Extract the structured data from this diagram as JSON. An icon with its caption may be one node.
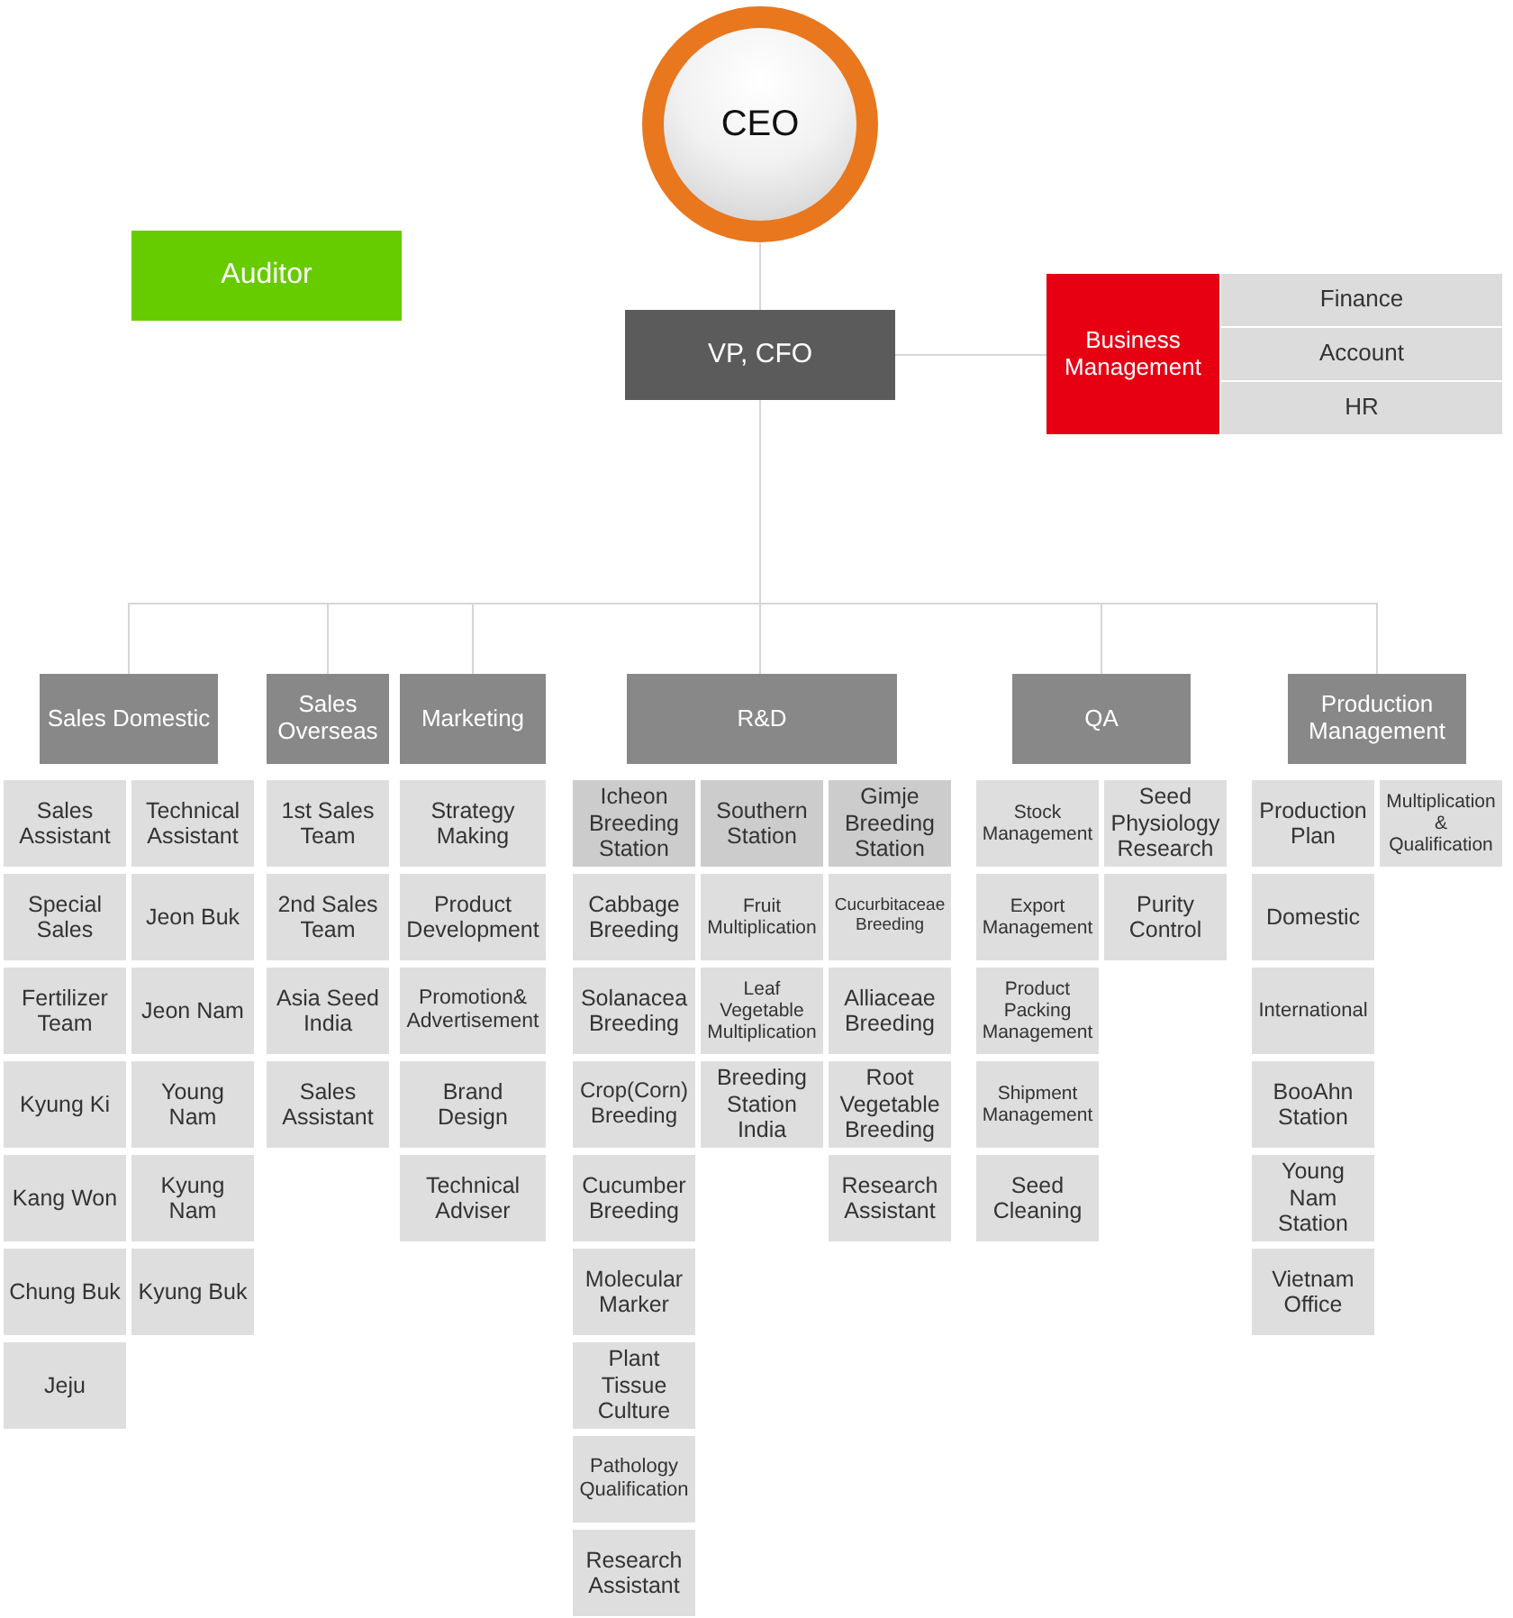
{
  "diagram": {
    "nodes": [
      {
        "text": [
          "CEO"
        ]
      },
      {
        "text": [
          "Auditor"
        ]
      },
      {
        "text": [
          "VP, CFO"
        ]
      },
      {
        "text": [
          "Business Management"
        ]
      },
      {
        "text": [
          "Finance"
        ]
      },
      {
        "text": [
          "Account"
        ]
      },
      {
        "text": [
          "HR"
        ]
      },
      {
        "text": [
          "Sales Domestic"
        ]
      },
      {
        "text": [
          "Sales Overseas"
        ]
      },
      {
        "text": [
          "Marketing"
        ]
      },
      {
        "text": [
          "R&D"
        ]
      },
      {
        "text": [
          "QA"
        ]
      },
      {
        "text": [
          "Production Management"
        ]
      },
      {
        "text": [
          "Sales Assistant"
        ]
      },
      {
        "text": [
          "Special Sales"
        ]
      },
      {
        "text": [
          "Fertilizer Team"
        ]
      },
      {
        "text": [
          "Kyung Ki"
        ]
      },
      {
        "text": [
          "Kang Won"
        ]
      },
      {
        "text": [
          "Chung Buk"
        ]
      },
      {
        "text": [
          "Jeju"
        ]
      },
      {
        "text": [
          "Technical Assistant"
        ]
      },
      {
        "text": [
          "Jeon Buk"
        ]
      },
      {
        "text": [
          "Jeon Nam"
        ]
      },
      {
        "text": [
          "Young Nam"
        ]
      },
      {
        "text": [
          "Kyung Nam"
        ]
      },
      {
        "text": [
          "Kyung Buk"
        ]
      },
      {
        "text": [
          "1st Sales Team"
        ]
      },
      {
        "text": [
          "2nd Sales Team"
        ]
      },
      {
        "text": [
          "Asia Seed India"
        ]
      },
      {
        "text": [
          "Sales Assistant"
        ]
      },
      {
        "text": [
          "Strategy Making"
        ]
      },
      {
        "text": [
          "Product Development"
        ]
      },
      {
        "text": [
          "Promotion& Advertisement"
        ]
      },
      {
        "text": [
          "Brand Design"
        ]
      },
      {
        "text": [
          "Technical Adviser"
        ]
      },
      {
        "text": [
          "Icheon Breeding Station"
        ]
      },
      {
        "text": [
          "Cabbage Breeding"
        ]
      },
      {
        "text": [
          "Solanacea Breeding"
        ]
      },
      {
        "text": [
          "Crop(Corn) Breeding"
        ]
      },
      {
        "text": [
          "Cucumber Breeding"
        ]
      },
      {
        "text": [
          "Molecular Marker"
        ]
      },
      {
        "text": [
          "Plant Tissue Culture"
        ]
      },
      {
        "text": [
          "Pathology Qualification"
        ]
      },
      {
        "text": [
          "Research Assistant"
        ]
      },
      {
        "text": [
          "Southern Station"
        ]
      },
      {
        "text": [
          "Fruit Multiplication"
        ]
      },
      {
        "text": [
          "Leaf Vegetable Multiplication"
        ]
      },
      {
        "text": [
          "Breeding Station India"
        ]
      },
      {
        "text": [
          "Gimje Breeding Station"
        ]
      },
      {
        "text": [
          "Cucurbitaceae Breeding"
        ]
      },
      {
        "text": [
          "Alliaceae Breeding"
        ]
      },
      {
        "text": [
          "Root Vegetable Breeding"
        ]
      },
      {
        "text": [
          "Research Assistant"
        ]
      },
      {
        "text": [
          "Stock Management"
        ]
      },
      {
        "text": [
          "Export Management"
        ]
      },
      {
        "text": [
          "Product Packing Management"
        ]
      },
      {
        "text": [
          "Shipment Management"
        ]
      },
      {
        "text": [
          "Seed Cleaning"
        ]
      },
      {
        "text": [
          "Seed Physiology Research"
        ]
      },
      {
        "text": [
          "Purity Control"
        ]
      },
      {
        "text": [
          "Production Plan"
        ]
      },
      {
        "text": [
          "Domestic"
        ]
      },
      {
        "text": [
          "International"
        ]
      },
      {
        "text": [
          "BooAhn Station"
        ]
      },
      {
        "text": [
          "Young Nam Station"
        ]
      },
      {
        "text": [
          "Vietnam Office"
        ]
      },
      {
        "text": [
          "Multiplication & Qualification"
        ]
      }
    ],
    "edges": [
      {
        "from": 0,
        "to": 2,
        "arrow": "none"
      },
      {
        "from": 2,
        "to": 3,
        "arrow": "none"
      },
      {
        "from": 2,
        "to": 7,
        "arrow": "none"
      },
      {
        "from": 2,
        "to": 8,
        "arrow": "none"
      },
      {
        "from": 2,
        "to": 9,
        "arrow": "none"
      },
      {
        "from": 2,
        "to": 10,
        "arrow": "none"
      },
      {
        "from": 2,
        "to": 11,
        "arrow": "none"
      },
      {
        "from": 2,
        "to": 12,
        "arrow": "none"
      }
    ]
  }
}
